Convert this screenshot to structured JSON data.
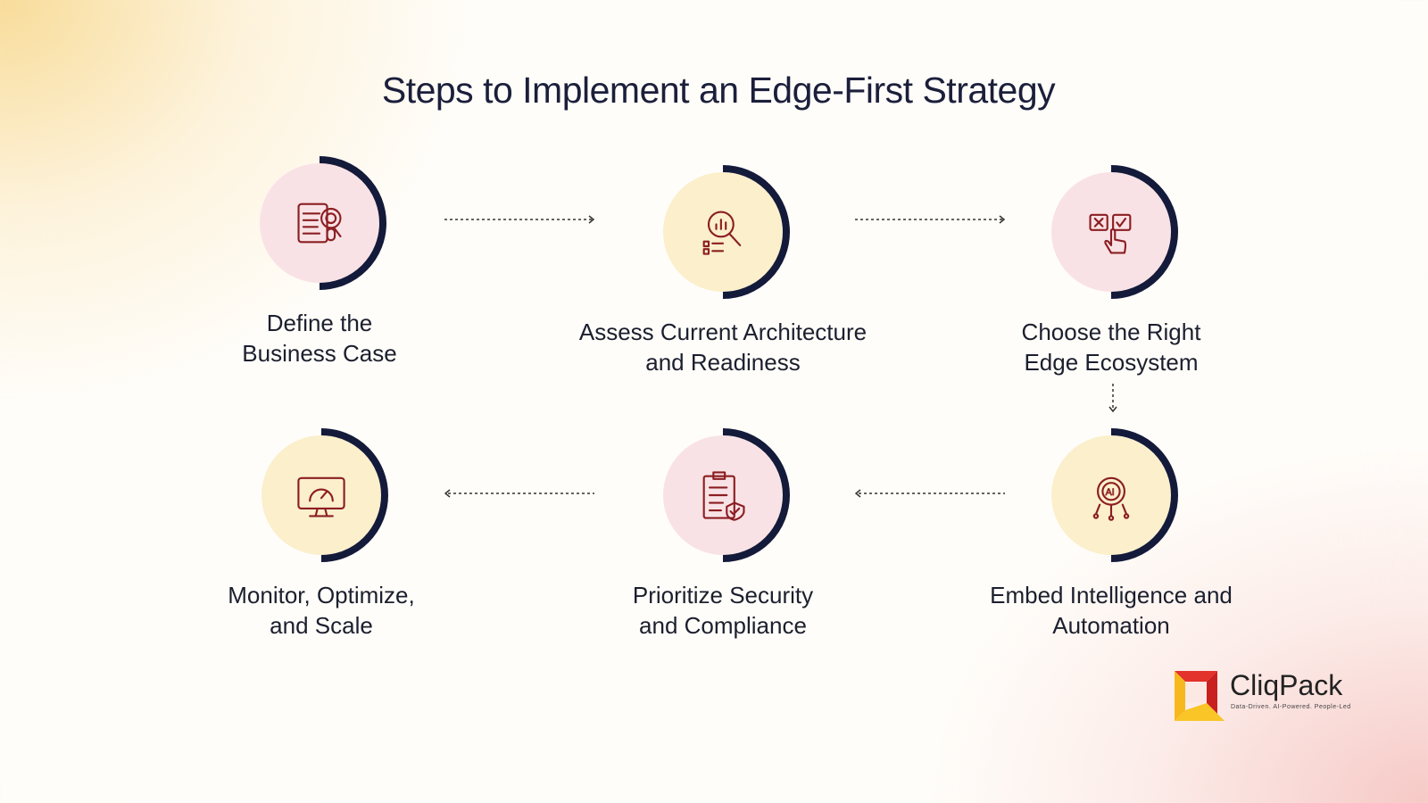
{
  "title": "Steps to Implement an Edge-First Strategy",
  "colors": {
    "ring": "#131a3a",
    "pink": "#f9e2e5",
    "cream": "#fbefcc",
    "icon": "#8b1e22",
    "title": "#1b1f3b"
  },
  "steps": [
    {
      "line1": "Define the",
      "line2": "Business Case",
      "icon": "document-target-icon",
      "tone": "pink"
    },
    {
      "line1": "Assess Current Architecture",
      "line2": "and Readiness",
      "icon": "magnify-chart-icon",
      "tone": "cream"
    },
    {
      "line1": "Choose the Right",
      "line2": "Edge Ecosystem",
      "icon": "choice-hand-icon",
      "tone": "pink"
    },
    {
      "line1": "Embed Intelligence and",
      "line2": "Automation",
      "icon": "ai-gear-icon",
      "tone": "cream"
    },
    {
      "line1": "Prioritize Security",
      "line2": "and Compliance",
      "icon": "clipboard-shield-icon",
      "tone": "pink"
    },
    {
      "line1": "Monitor, Optimize,",
      "line2": "and Scale",
      "icon": "monitor-gauge-icon",
      "tone": "cream"
    }
  ],
  "logo": {
    "name": "CliqPack",
    "tagline": "Data-Driven. AI-Powered. People-Led"
  }
}
